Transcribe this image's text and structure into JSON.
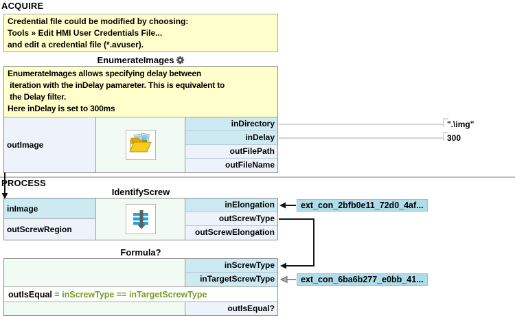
{
  "sections": {
    "acquire": {
      "label": "ACQUIRE"
    },
    "process": {
      "label": "PROCESS"
    }
  },
  "notes": {
    "credential": {
      "lines": [
        "Credential file could be modified by choosing:",
        "Tools » Edit HMI User Credentials File...",
        "and edit a credential file (*.avuser)."
      ]
    }
  },
  "enumerate_images": {
    "title": "EnumerateImages",
    "comment_lines": [
      "EnumerateImages allows specifying delay between",
      " iteration with the inDelay pamareter. This is equivalent to",
      " the Delay filter.",
      "Here inDelay is set to 300ms"
    ],
    "left_port": {
      "name": "outImage",
      "direction": "out"
    },
    "ports": [
      {
        "name": "inDirectory",
        "direction": "in"
      },
      {
        "name": "inDelay",
        "direction": "in"
      },
      {
        "name": "outFilePath",
        "direction": "out"
      },
      {
        "name": "outFileName",
        "direction": "out"
      }
    ],
    "values": {
      "inDirectory": "\".\\img\"",
      "inDelay": "300"
    }
  },
  "identify_screw": {
    "title": "IdentifyScrew",
    "left_ports": [
      {
        "name": "inImage",
        "direction": "in"
      },
      {
        "name": "outScrewRegion",
        "direction": "out"
      }
    ],
    "right_ports": [
      {
        "name": "inElongation",
        "direction": "in"
      },
      {
        "name": "outScrewType",
        "direction": "out"
      },
      {
        "name": "outScrewElongation",
        "direction": "out"
      }
    ]
  },
  "formula": {
    "title": "Formula?",
    "right_ports": [
      {
        "name": "inScrewType",
        "direction": "in"
      },
      {
        "name": "inTargetScrewType",
        "direction": "in"
      }
    ],
    "expression": {
      "output": "outIsEqual",
      "assign": "=",
      "left": "inScrewType",
      "operator": "==",
      "right": "inTargetScrewType"
    },
    "bottom_port": {
      "name": "outIsEqual?"
    }
  },
  "external_connections": [
    {
      "label": "ext_con_2bfb0e11_72d0_4af..."
    },
    {
      "label": "ext_con_6ba6b277_e0bb_41..."
    }
  ],
  "icons": {
    "gear": "gear-icon",
    "enumerate_images": "folder-images-icon",
    "identify_screw": "down-arrow-bars-icon"
  },
  "colors": {
    "comment_bg": "#ffffcc",
    "input_port_bg": "#cde9f2",
    "output_port_bg": "#edf2fb",
    "mid_cell_bg": "#f1faf3",
    "ext_label_bg": "#afdce8",
    "formula_assign": "#4a7ab5",
    "formula_identifier": "#7a9a28",
    "icon_blue": "#2aa3dc",
    "folder_yellow": "#f6cc1e"
  }
}
